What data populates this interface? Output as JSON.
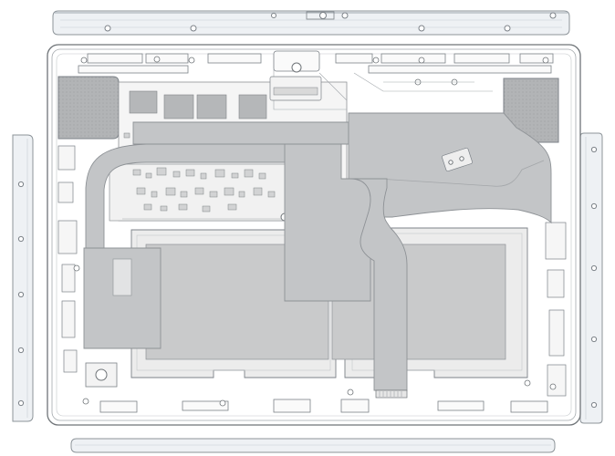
{
  "figure": {
    "subject": "tablet-internal-exploded-line-drawing",
    "colors": {
      "background": "#ffffff",
      "line": "#6f7478",
      "fine_line": "#a4a9ad",
      "heat_pipe_fill": "#c3c5c7",
      "heat_pipe_stroke": "#8e9296",
      "board_fill": "#ececec",
      "chip_fill": "#a9abad",
      "rail_fill": "#e9edf1",
      "rail_stroke": "#8d9499"
    },
    "parts": [
      {
        "id": "top-rail",
        "name": "top-rail-strip"
      },
      {
        "id": "bottom-rail",
        "name": "bottom-rail-strip"
      },
      {
        "id": "left-rail",
        "name": "left-rail-strip"
      },
      {
        "id": "right-rail",
        "name": "right-rail-strip"
      },
      {
        "id": "chassis",
        "name": "device-chassis-frame"
      },
      {
        "id": "heat-pipe",
        "name": "copper-heat-pipe"
      },
      {
        "id": "vapor-plate",
        "name": "vapor-chamber-plate"
      },
      {
        "id": "flex-cable",
        "name": "ribbon-flex-cable"
      },
      {
        "id": "battery-left",
        "name": "battery-cell-left"
      },
      {
        "id": "battery-right",
        "name": "battery-cell-right"
      },
      {
        "id": "logic-board",
        "name": "logic-board"
      },
      {
        "id": "speaker-left",
        "name": "speaker-module-left"
      },
      {
        "id": "speaker-right",
        "name": "speaker-module-right"
      }
    ]
  }
}
